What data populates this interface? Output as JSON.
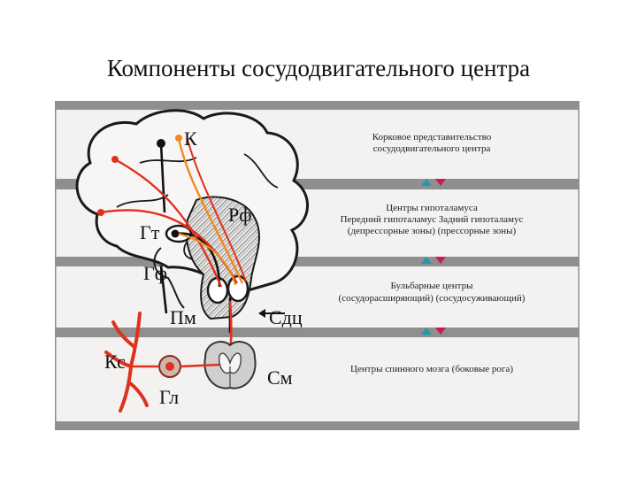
{
  "slide": {
    "title": "Компоненты сосудодвигательного центра"
  },
  "labels": {
    "k": "К",
    "rf": "Рф",
    "gt": "Гт",
    "gf": "Гф",
    "pm": "Пм",
    "sdc": "Сдц",
    "ks": "Кс",
    "gl": "Гл",
    "sm": "См"
  },
  "levels": [
    {
      "lines": [
        "Корковое представительство",
        "сосудодвигательного центра"
      ]
    },
    {
      "lines": [
        "Центры гипоталамуса",
        "Передний гипоталамус   Задний гипоталамус",
        "(депрессорные зоны)        (прессорные зоны)"
      ]
    },
    {
      "lines": [
        "Бульбарные центры",
        "(сосудорасширяющий)   (сосудосуживающий)"
      ]
    },
    {
      "lines": [
        "Центры спинного мозга (боковые рога)"
      ]
    }
  ],
  "colors": {
    "band": "#8f8f8f",
    "band_dark": "#6f6f6f",
    "panel": "#f3f1ef",
    "red": "#e0301e",
    "orange": "#f08a1c",
    "teal": "#1f9aa8",
    "magenta": "#c8195a",
    "brown": "#8b2a1a"
  }
}
